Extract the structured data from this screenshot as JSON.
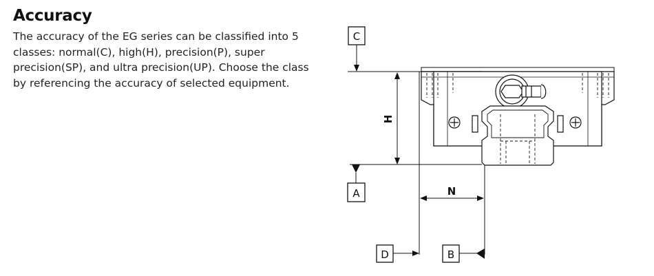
{
  "section": {
    "title": "Accuracy",
    "description": "The accuracy of the EG series can be classified into 5 classes: normal(C), high(H), precision(P), super precision(SP), and ultra precision(UP). Choose the class by referencing the accuracy of selected equipment."
  },
  "diagram": {
    "datum_labels": {
      "c": "C",
      "a": "A",
      "d": "D",
      "b": "B"
    },
    "dimension_labels": {
      "h": "H",
      "n": "N"
    }
  }
}
